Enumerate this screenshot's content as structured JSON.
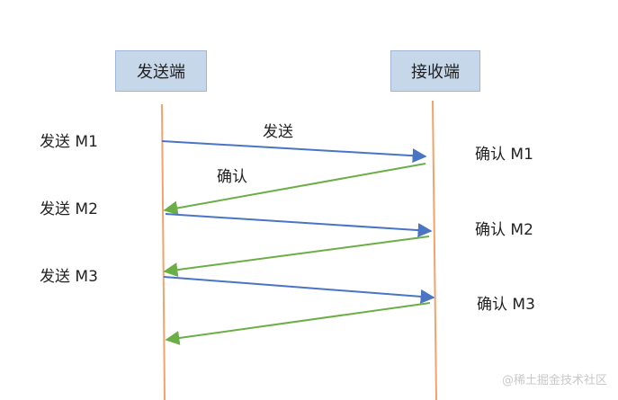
{
  "participants": {
    "sender": "发送端",
    "receiver": "接收端"
  },
  "arrow_labels": {
    "send": "发送",
    "confirm": "确认"
  },
  "sender_events": [
    "发送 M1",
    "发送 M2",
    "发送 M3"
  ],
  "receiver_events": [
    "确认 M1",
    "确认 M2",
    "确认 M3"
  ],
  "messages": [
    {
      "from": "sender",
      "to": "receiver",
      "kind": "send",
      "seq": "M1"
    },
    {
      "from": "receiver",
      "to": "sender",
      "kind": "confirm",
      "seq": "M1"
    },
    {
      "from": "sender",
      "to": "receiver",
      "kind": "send",
      "seq": "M2"
    },
    {
      "from": "receiver",
      "to": "sender",
      "kind": "confirm",
      "seq": "M2"
    },
    {
      "from": "sender",
      "to": "receiver",
      "kind": "send",
      "seq": "M3"
    },
    {
      "from": "receiver",
      "to": "sender",
      "kind": "confirm",
      "seq": "M3"
    }
  ],
  "colors": {
    "lifeline": "#f2a26a",
    "send_arrow": "#4a74c4",
    "confirm_arrow": "#6cae46",
    "box_fill": "#c6d7ea"
  },
  "watermark": "@稀土掘金技术社区"
}
